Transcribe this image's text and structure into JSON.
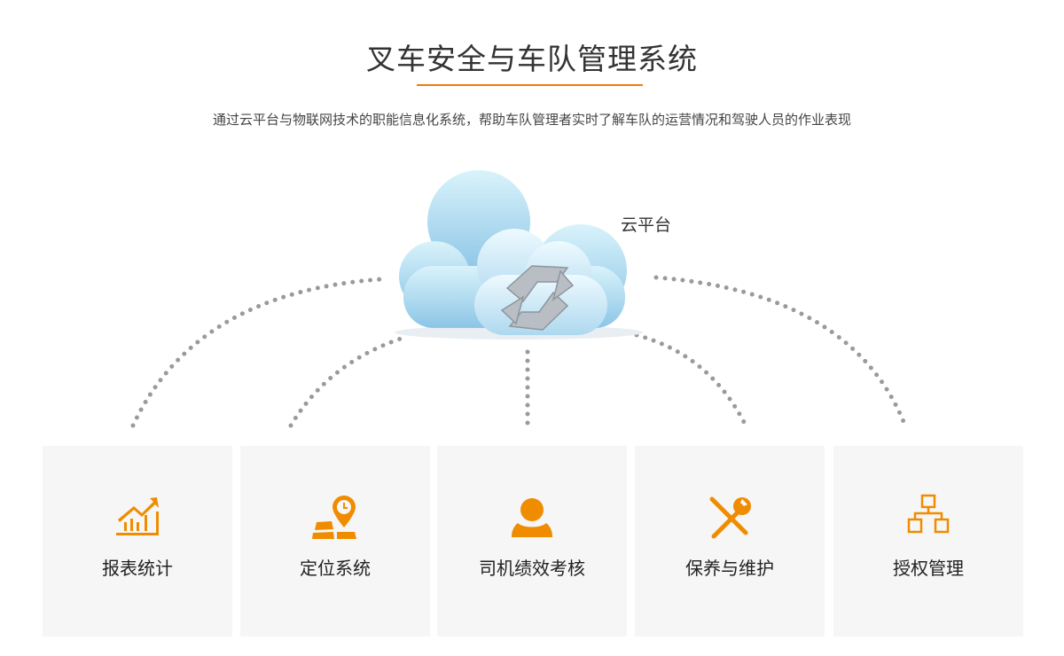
{
  "header": {
    "title": "叉车安全与车队管理系统",
    "subtitle": "通过云平台与物联网技术的职能信息化系统，帮助车队管理者实时了解车队的运营情况和驾驶人员的作业表现"
  },
  "cloud": {
    "label": "云平台",
    "icon": "cloud-sync-icon"
  },
  "colors": {
    "accent": "#f08c00",
    "card_bg": "#f6f6f6",
    "dots": "#999999"
  },
  "features": [
    {
      "label": "报表统计",
      "icon": "chart-growth-icon"
    },
    {
      "label": "定位系统",
      "icon": "map-location-icon"
    },
    {
      "label": "司机绩效考核",
      "icon": "user-icon"
    },
    {
      "label": "保养与维护",
      "icon": "tools-icon"
    },
    {
      "label": "授权管理",
      "icon": "hierarchy-icon"
    }
  ]
}
